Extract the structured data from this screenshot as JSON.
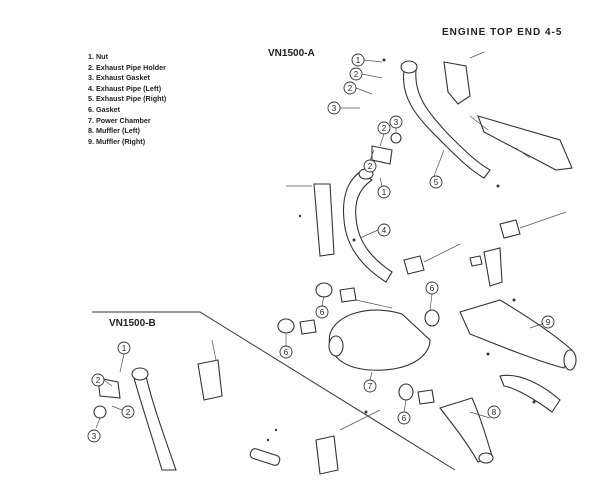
{
  "header": "ENGINE TOP END 4-5",
  "legend": [
    "1. Nut",
    "2. Exhaust Pipe Holder",
    "3. Exhaust Gasket",
    "4. Exhaust Pipe (Left)",
    "5. Exhaust Pipe (Right)",
    "6. Gasket",
    "7. Power Chamber",
    "8. Muffler (Left)",
    "9. Muffler (Right)"
  ],
  "models": {
    "a": "VN1500-A",
    "b": "VN1500-B"
  },
  "callouts": [
    "1",
    "2",
    "2",
    "3",
    "2",
    "3",
    "2",
    "1",
    "5",
    "4",
    "6",
    "6",
    "6",
    "6",
    "7",
    "9",
    "8",
    "1",
    "2",
    "2",
    "3"
  ]
}
